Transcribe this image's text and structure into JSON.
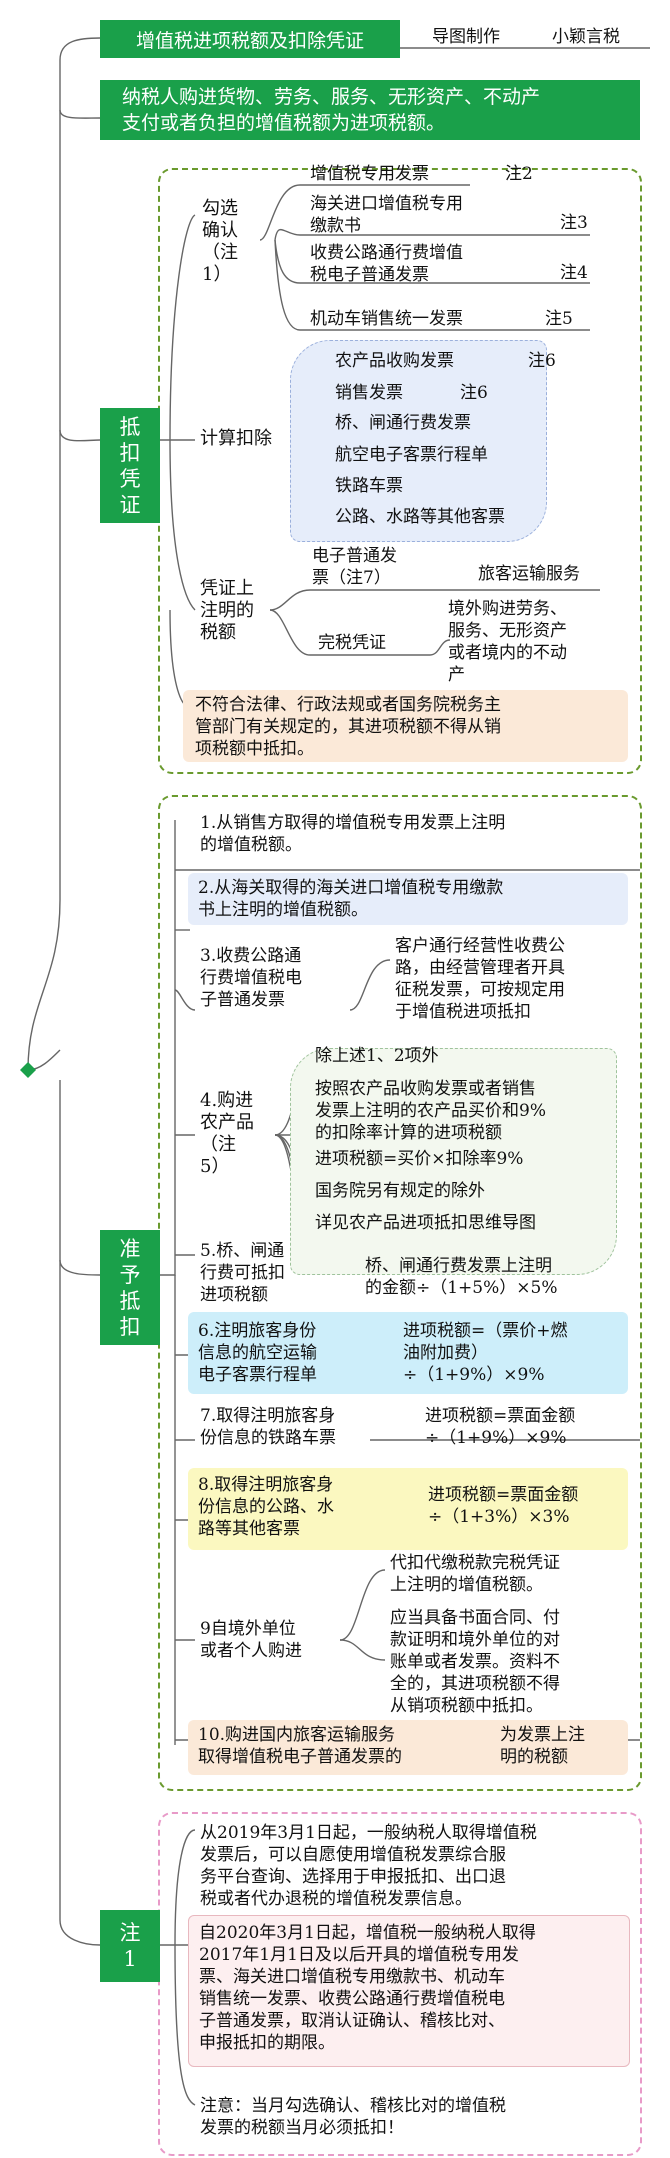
{
  "header": {
    "title": "增值税进项税额及扣除凭证",
    "credit1": "导图制作",
    "credit2": "小颖言税"
  },
  "definition": "纳税人购进货物、劳务、服务、无形资产、不动产\n支付或者负担的增值税额为进项税额。",
  "deduction": {
    "label": "抵\n扣\n凭\n证",
    "tick": {
      "label": "勾选\n确认\n（注\n1）",
      "items": [
        {
          "text": "增值税专用发票",
          "note": "注2"
        },
        {
          "text": "海关进口增值税专用\n缴款书",
          "note": "注3"
        },
        {
          "text": "收费公路通行费增值\n税电子普通发票",
          "note": "注4"
        },
        {
          "text": "机动车销售统一发票",
          "note": "注5"
        }
      ]
    },
    "calc": {
      "label": "计算扣除",
      "items": [
        {
          "text": "农产品收购发票",
          "note": "注6"
        },
        {
          "text": "销售发票",
          "note": "注6"
        },
        {
          "text": "桥、闸通行费发票",
          "note": ""
        },
        {
          "text": "航空电子客票行程单",
          "note": ""
        },
        {
          "text": "铁路车票",
          "note": ""
        },
        {
          "text": "公路、水路等其他客票",
          "note": ""
        }
      ]
    },
    "tax_shown": {
      "label": "凭证上\n注明的\n税额",
      "e_invoice": "电子普通发\n票（注7）",
      "e_invoice_detail": "旅客运输服务",
      "tax_voucher": "完税凭证",
      "tax_voucher_detail": "境外购进劳务、\n服务、无形资产\n或者境内的不动\n产"
    },
    "warning": "不符合法律、行政法规或者国务院税务主\n管部门有关规定的，其进项税额不得从销\n项税额中抵扣。"
  },
  "allowed": {
    "label": "准\n予\n抵\n扣",
    "item1": "1.从销售方取得的增值税专用发票上注明\n的增值税额。",
    "item2": "2.从海关取得的海关进口增值税专用缴款\n书上注明的增值税额。",
    "item3": {
      "label": "3.收费公路通\n行费增值税电\n子普通发票",
      "detail": "客户通行经营性收费公\n路，由经营管理者开具\n征税发票，可按规定用\n于增值税进项抵扣"
    },
    "item4": {
      "label": "4.购进\n农产品\n（注\n5）",
      "subs": [
        "除上述1、2项外",
        "按照农产品收购发票或者销售\n发票上注明的农产品买价和9%\n的扣除率计算的进项税额",
        "进项税额=买价×扣除率9%",
        "国务院另有规定的除外",
        "详见农产品进项抵扣思维导图"
      ]
    },
    "item5": {
      "label": "5.桥、闸通\n行费可抵扣\n进项税额",
      "detail": "桥、闸通行费发票上注明\n的金额÷（1+5%）×5%"
    },
    "item6": {
      "label": "6.注明旅客身份\n信息的航空运输\n电子客票行程单",
      "detail": "进项税额=（票价+燃\n油附加费）\n÷（1+9%）×9%"
    },
    "item7": {
      "label": "7.取得注明旅客身\n份信息的铁路车票",
      "detail": "进项税额=票面金额\n÷（1+9%）×9%"
    },
    "item8": {
      "label": "8.取得注明旅客身\n份信息的公路、水\n路等其他客票",
      "detail": "进项税额=票面金额\n÷（1+3%）×3%"
    },
    "item9": {
      "label": "9自境外单位\n或者个人购进",
      "sub1": "代扣代缴税款完税凭证\n上注明的增值税额。",
      "sub2": "应当具备书面合同、付\n款证明和境外单位的对\n账单或者发票。资料不\n全的，其进项税额不得\n从销项税额中抵扣。"
    },
    "item10": {
      "label": "10.购进国内旅客运输服务\n取得增值税电子普通发票的",
      "detail": "为发票上注\n明的税额"
    }
  },
  "note1": {
    "label": "注\n1",
    "p1": "从2019年3月1日起，一般纳税人取得增值税\n发票后，可以自愿使用增值税发票综合服\n务平台查询、选择用于申报抵扣、出口退\n税或者代办退税的增值税发票信息。",
    "p2": "自2020年3月1日起，增值税一般纳税人取得\n2017年1月1日及以后开具的增值税专用发\n票、海关进口增值税专用缴款书、机动车\n销售统一发票、收费公路通行费增值税电\n子普通发票，取消认证确认、稽核比对、\n申报抵扣的期限。",
    "p3": "注意：当月勾选确认、稽核比对的增值税\n发票的税额当月必须抵扣！"
  },
  "colors": {
    "green": "#1aa04a",
    "frame": "#6a9a2e",
    "pink": "#e89ac8"
  }
}
